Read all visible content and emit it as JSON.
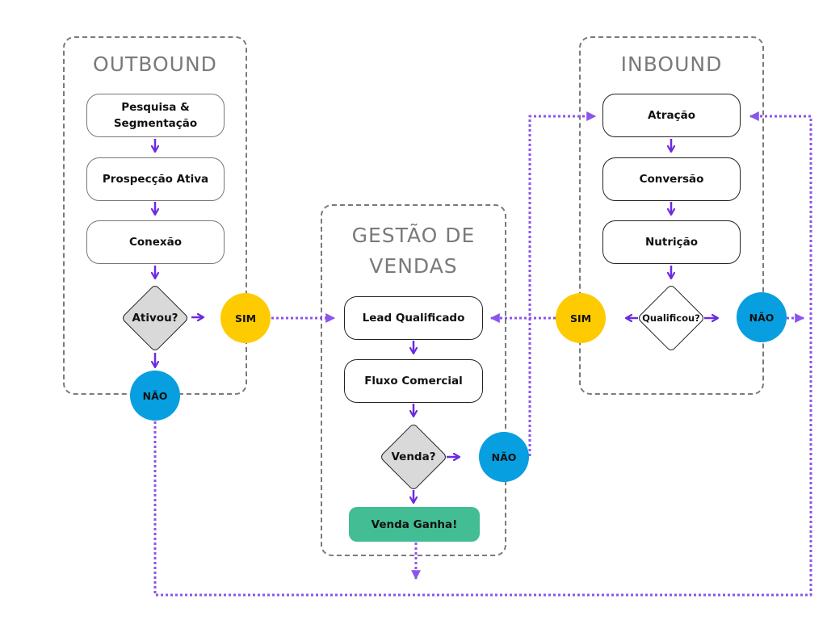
{
  "colors": {
    "arrow": "#6a2be0",
    "connector": "#8b55ea",
    "yes": "#fecb00",
    "no": "#079fe0",
    "win": "#43bd94",
    "group_border": "#7a7a7a"
  },
  "outbound": {
    "title": "OUTBOUND",
    "steps": [
      "Pesquisa &\nSegmentação",
      "Prospecção Ativa",
      "Conexão"
    ],
    "decision": "Ativou?",
    "yes": "SIM",
    "no": "NÃO"
  },
  "sales": {
    "title_line1": "GESTÃO DE",
    "title_line2": "VENDAS",
    "steps": [
      "Lead Qualificado",
      "Fluxo Comercial"
    ],
    "decision": "Venda?",
    "no": "NÃO",
    "win": "Venda Ganha!"
  },
  "inbound": {
    "title": "INBOUND",
    "steps": [
      "Atração",
      "Conversão",
      "Nutrição"
    ],
    "decision": "Qualificou?",
    "yes": "SIM",
    "no": "NÃO"
  }
}
